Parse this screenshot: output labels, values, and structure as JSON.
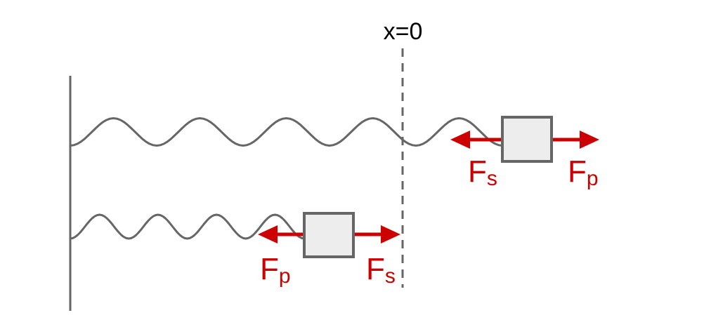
{
  "axis_label": "x=0",
  "top": {
    "left_force": {
      "symbol": "F",
      "sub": "s"
    },
    "right_force": {
      "symbol": "F",
      "sub": "p"
    }
  },
  "bottom": {
    "left_force": {
      "symbol": "F",
      "sub": "p"
    },
    "right_force": {
      "symbol": "F",
      "sub": "s"
    }
  },
  "colors": {
    "force": "#cc0000",
    "structure": "#666666",
    "block_fill": "#ededed",
    "axis_text": "#000000",
    "background": "#ffffff"
  }
}
